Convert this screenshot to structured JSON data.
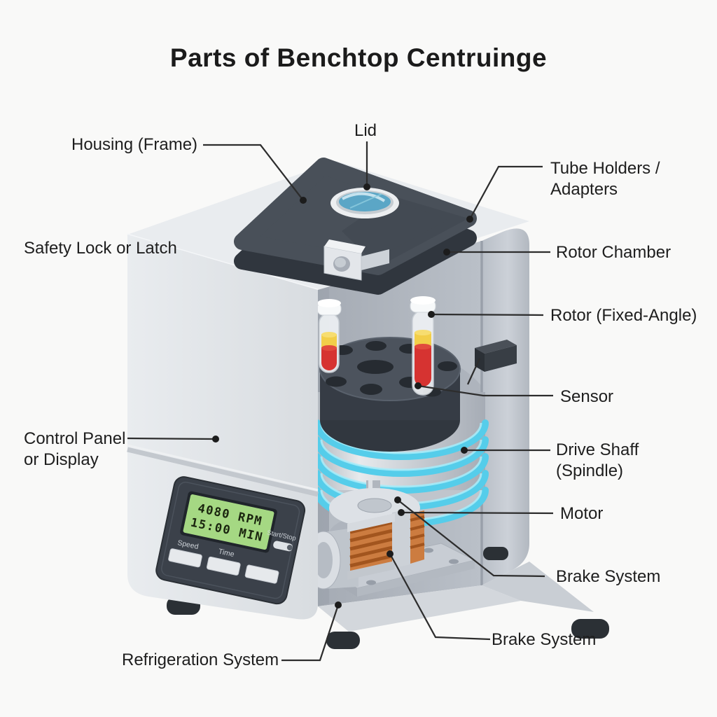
{
  "title": "Parts of Benchtop Centruinge",
  "labels": {
    "housing": "Housing (Frame)",
    "lid": "Lid",
    "tube_holders_1": "Tube Holders /",
    "tube_holders_2": "Adapters",
    "rotor_chamber": "Rotor Chamber",
    "rotor": "Rotor (Fixed-Angle)",
    "sensor": "Sensor",
    "drive_shaft_1": "Drive Shaff",
    "drive_shaft_2": "(Spindle)",
    "motor": "Motor",
    "brake_1": "Brake System",
    "brake_2": "Brake System",
    "safety_lock": "Safety Lock or Latch",
    "control_panel_1": "Control Panel",
    "control_panel_2": "or Display",
    "refrigeration": "Refrigeration System"
  },
  "control_panel": {
    "display_line1": "4080 RPM",
    "display_line2": "15:00 MIN",
    "button_speed": "Speed",
    "button_time": "Time",
    "start_stop": "Start/Stop"
  },
  "colors": {
    "background": "#f9f9f8",
    "lid_dark": "#495059",
    "housing_light": "#e6e9ec",
    "coil_cyan": "#55cdea",
    "lcd_green": "#a5d883",
    "liquid_yellow": "#f2ce49",
    "liquid_red": "#d63331",
    "copper": "#cc7c40",
    "leader_line": "#2d2d2d"
  }
}
